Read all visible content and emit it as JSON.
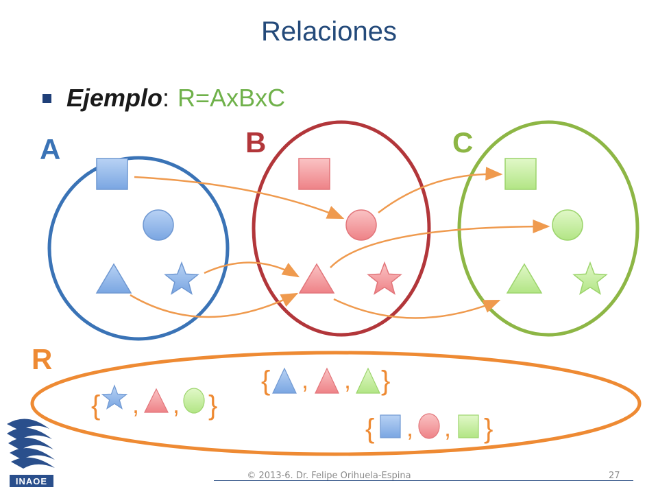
{
  "slide": {
    "title": "Relaciones",
    "bullet": {
      "emphasis": "Ejemplo",
      "separator": ":",
      "formula": "R=AxBxC"
    }
  },
  "sets": [
    {
      "label": "A",
      "color": "#3a73b6"
    },
    {
      "label": "B",
      "color": "#b2363a"
    },
    {
      "label": "C",
      "color": "#8db645"
    }
  ],
  "relation": {
    "label": "R",
    "color": "#ee8a33"
  },
  "tuples": [
    {
      "open": "{",
      "sep1": ",",
      "sep2": ",",
      "close": "}",
      "shapes": [
        "star",
        "triangle",
        "circle"
      ]
    },
    {
      "open": "{",
      "sep1": ",",
      "sep2": ",",
      "close": "}",
      "shapes": [
        "triangle",
        "triangle",
        "triangle"
      ]
    },
    {
      "open": "{",
      "sep1": ",",
      "sep2": ",",
      "close": "}",
      "shapes": [
        "square",
        "circle",
        "square"
      ]
    }
  ],
  "logo": {
    "name": "inaoe-logo",
    "text": "INAOE"
  },
  "footer": {
    "copyright": "© 2013-6. Dr. Felipe Orihuela-Espina",
    "page": "27"
  },
  "colors": {
    "blue_fill": "#8fb6ea",
    "red_fill": "#f4a0a3",
    "green_fill": "#c6eea0",
    "arrow": "#ef9a4e"
  }
}
